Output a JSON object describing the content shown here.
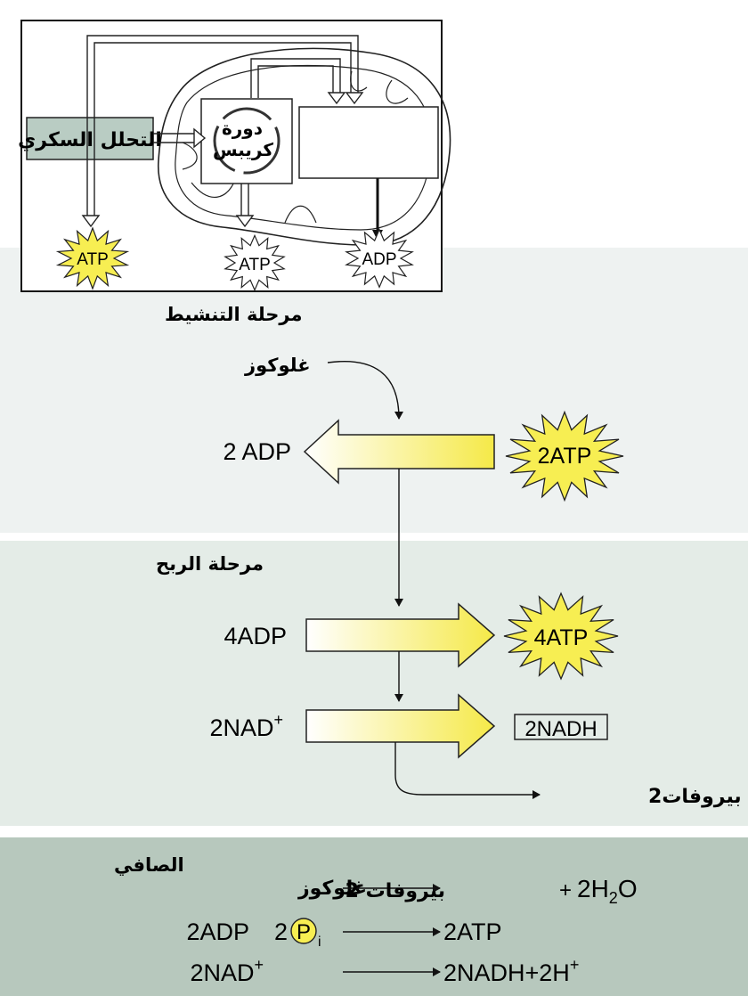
{
  "inset": {
    "glycolysis_label": "التحلل السكري",
    "krebs_line1": "دورة",
    "krebs_line2": "كريبس",
    "atp_left": "ATP",
    "atp_mid": "ATP",
    "adp_right": "ADP"
  },
  "activation": {
    "title": "مرحلة التنشيط",
    "glucose": "غلوكوز",
    "adp_out": "2 ADP",
    "atp_in": "2ATP"
  },
  "payoff": {
    "title": "مرحلة الربح",
    "adp_in": "4ADP",
    "atp_out": "4ATP",
    "nad_in": "2NAD",
    "nad_sup": "+",
    "nadh_out": "2NADH",
    "pyruvate": "بيروفات2"
  },
  "net": {
    "title": "الصافي",
    "row1_left": "غلوكوز",
    "row1_right_ar": "بيروفات 2",
    "row1_plus": "+",
    "row1_water_a": "2H",
    "row1_water_sub": "2",
    "row1_water_b": "O",
    "row2_left": "2ADP",
    "row2_coef": "2",
    "row2_p": "P",
    "row2_sub": "i",
    "row2_right": "2ATP",
    "row3_left": "2NAD",
    "row3_left_sup": "+",
    "row3_right": "2NADH+2H",
    "row3_right_sup": "+"
  },
  "colors": {
    "star_yellow": "#f7ee52",
    "arrow_yellow": "#f5e948",
    "glycolysis_box": "#b9ccc3",
    "band_activation": "#eef2f1",
    "band_payoff": "#e4ece7",
    "band_net": "#b7c8bd"
  }
}
